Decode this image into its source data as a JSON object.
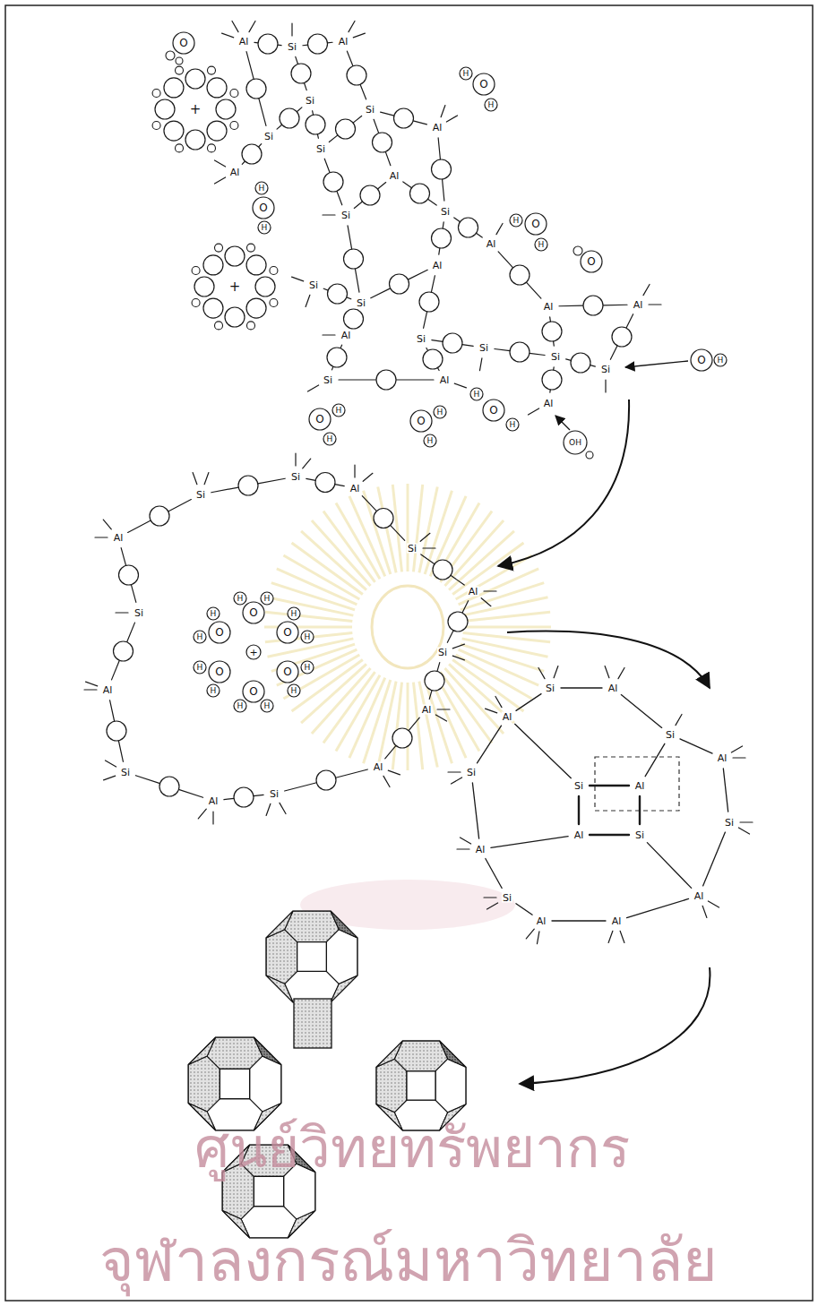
{
  "diagram": {
    "labels": [
      "Al",
      "Si",
      "Al",
      "Si",
      "Si",
      "Si",
      "Al",
      "Al",
      "Si",
      "Al",
      "Si",
      "Si",
      "Al",
      "Al",
      "Si",
      "Si",
      "Al",
      "Al",
      "Al",
      "Si",
      "Si",
      "Si",
      "Si",
      "Al",
      "Al",
      "Si",
      "O",
      "H",
      "O",
      "H",
      "H",
      "O",
      "H",
      "H",
      "O",
      "H",
      "O",
      "H",
      "O",
      "H",
      "O",
      "H",
      "OH",
      "+",
      "+",
      "O",
      "H",
      "H",
      "O",
      "H",
      "H",
      "Si",
      "Al",
      "Si",
      "Al",
      "Si",
      "Al",
      "Si",
      "Si",
      "Al",
      "Al",
      "Si",
      "Al",
      "Si",
      "Al",
      "+",
      "O",
      "O",
      "O",
      "O",
      "O",
      "O",
      "H",
      "H",
      "H",
      "H",
      "H",
      "H",
      "H",
      "H",
      "H",
      "H",
      "H",
      "H",
      "Si",
      "Al",
      "Si",
      "Al",
      "Si",
      "Al",
      "Al",
      "Al",
      "Si",
      "Al",
      "Si",
      "Al",
      "Si",
      "Al",
      "Al",
      "Si",
      "ศูนย์วิทยทรัพยากร",
      "จุฬาลงกรณ์มหาวิทยาลัย"
    ]
  }
}
